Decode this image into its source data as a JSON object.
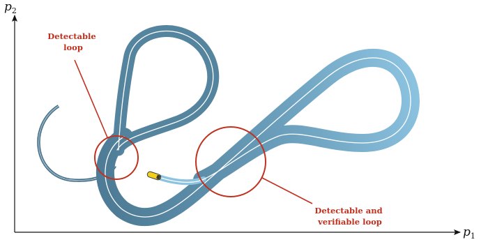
{
  "axes": {
    "x_label": {
      "symbol": "p",
      "subscript": "1"
    },
    "y_label": {
      "symbol": "p",
      "subscript": "2"
    }
  },
  "annotations": {
    "detectable_loop": [
      "Detectable",
      "loop"
    ],
    "detectable_verifiable_loop": [
      "Detectable and",
      "verifiable loop"
    ]
  },
  "colors": {
    "annotation": "#c0311f",
    "path_dark": "#4e7c96",
    "path_mid": "#6a9ebb",
    "path_light": "#8cc3e0",
    "centerline": "#ffffff",
    "robot": "#f2cf1a",
    "axis": "#111111"
  },
  "icons": {
    "robot": "yellow-capsule-robot-icon"
  }
}
